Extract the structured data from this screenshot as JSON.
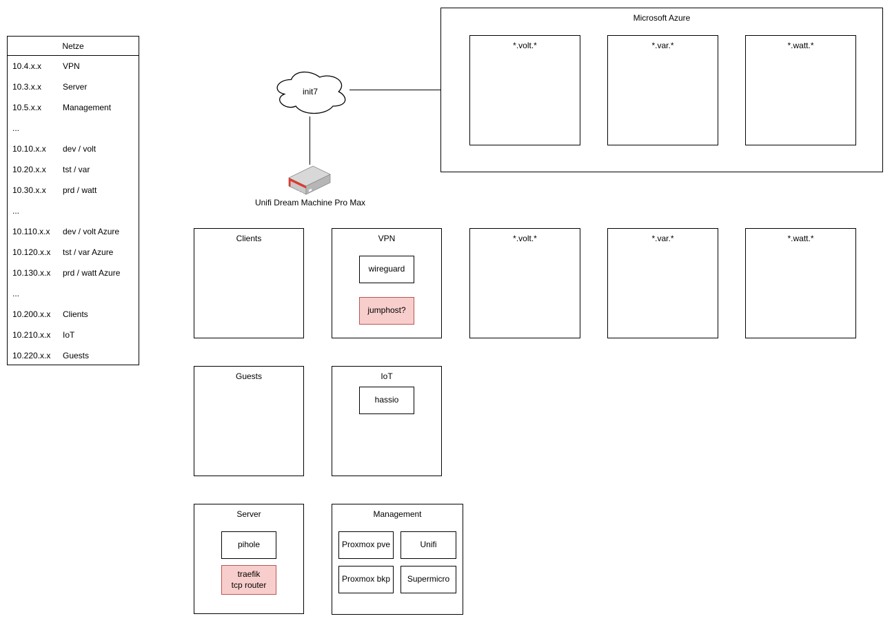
{
  "netze_table": {
    "title": "Netze",
    "rows": [
      {
        "ip": "10.4.x.x",
        "name": "VPN"
      },
      {
        "ip": "10.3.x.x",
        "name": "Server"
      },
      {
        "ip": "10.5.x.x",
        "name": "Management"
      },
      {
        "ip": "...",
        "name": ""
      },
      {
        "ip": "10.10.x.x",
        "name": "dev / volt"
      },
      {
        "ip": "10.20.x.x",
        "name": "tst / var"
      },
      {
        "ip": "10.30.x.x",
        "name": "prd / watt"
      },
      {
        "ip": "...",
        "name": ""
      },
      {
        "ip": "10.110.x.x",
        "name": "dev / volt Azure"
      },
      {
        "ip": "10.120.x.x",
        "name": "tst / var Azure"
      },
      {
        "ip": "10.130.x.x",
        "name": "prd / watt Azure"
      },
      {
        "ip": "...",
        "name": ""
      },
      {
        "ip": "10.200.x.x",
        "name": "Clients"
      },
      {
        "ip": "10.210.x.x",
        "name": "IoT"
      },
      {
        "ip": "10.220.x.x",
        "name": "Guests"
      }
    ]
  },
  "internet": {
    "label": "init7"
  },
  "router": {
    "label": "Unifi Dream Machine Pro Max"
  },
  "azure": {
    "title": "Microsoft Azure",
    "boxes": [
      "*.volt.*",
      "*.var.*",
      "*.watt.*"
    ]
  },
  "zones": {
    "clients": {
      "label": "Clients"
    },
    "vpn": {
      "label": "VPN",
      "items": [
        {
          "label": "wireguard",
          "highlight": false
        },
        {
          "label": "jumphost?",
          "highlight": true
        }
      ]
    },
    "volt": {
      "label": "*.volt.*"
    },
    "var": {
      "label": "*.var.*"
    },
    "watt": {
      "label": "*.watt.*"
    },
    "guests": {
      "label": "Guests"
    },
    "iot": {
      "label": "IoT",
      "items": [
        {
          "label": "hassio",
          "highlight": false
        }
      ]
    },
    "server": {
      "label": "Server",
      "items": [
        {
          "label": "pihole",
          "highlight": false
        },
        {
          "label": "traefik\ntcp router",
          "highlight": true
        }
      ]
    },
    "management": {
      "label": "Management",
      "items": [
        {
          "label": "Proxmox pve"
        },
        {
          "label": "Unifi"
        },
        {
          "label": "Proxmox bkp"
        },
        {
          "label": "Supermicro"
        }
      ]
    }
  },
  "colors": {
    "highlight_fill": "#f8cecc",
    "highlight_border": "#b85450",
    "router_accent": "#e0392b",
    "line": "#000000"
  }
}
